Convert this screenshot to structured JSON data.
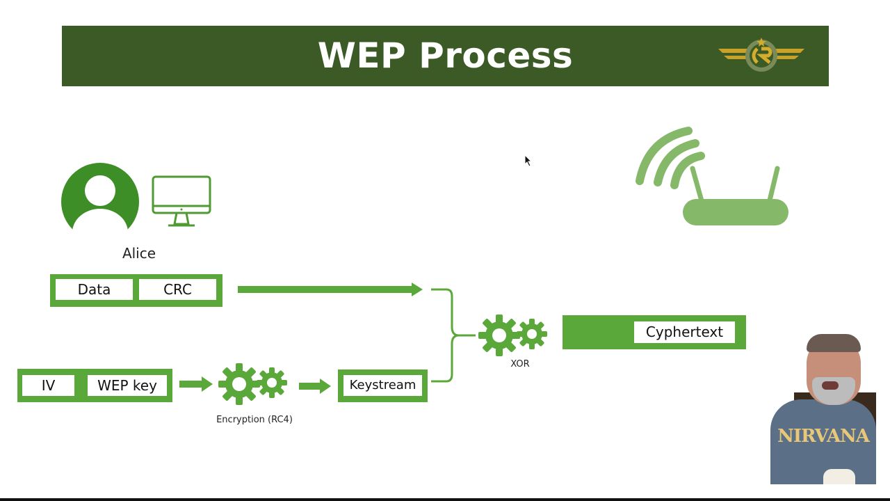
{
  "slide": {
    "title": "WEP Process"
  },
  "colors": {
    "banner": "#3b5a26",
    "accent_green": "#5aa83a",
    "router_green": "#86b86a",
    "alice_green": "#3e8e27"
  },
  "sender": {
    "name": "Alice",
    "icons": [
      "user-avatar-icon",
      "monitor-icon"
    ]
  },
  "frame": {
    "data_label": "Data",
    "crc_label": "CRC"
  },
  "key_input": {
    "iv_label": "IV",
    "wep_key_label": "WEP key"
  },
  "encryption": {
    "caption": "Encryption (RC4)",
    "icon": "gears-icon"
  },
  "keystream": {
    "label": "Keystream"
  },
  "xor": {
    "caption": "XOR",
    "icon": "gears-icon"
  },
  "output": {
    "label": "Cyphertext"
  },
  "receiver": {
    "icon": "wireless-router-icon"
  },
  "presenter": {
    "shirt_text": "NIRVANA"
  }
}
